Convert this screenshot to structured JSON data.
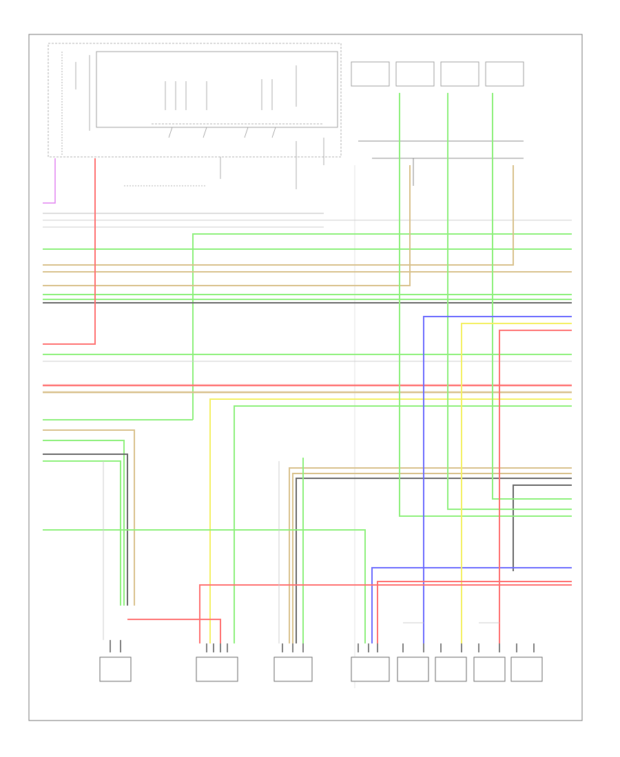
{
  "diagram": {
    "footer_code": "",
    "colors": {
      "lt_green": "#8cf07a",
      "tan": "#d8c08a",
      "red": "#ff7070",
      "blue": "#6a6aff",
      "yellow": "#f4f060",
      "black": "#555555",
      "gray": "#bbbbbb",
      "violet": "#e080f0"
    },
    "bottom_modules": [
      {
        "id": "m1",
        "label": ""
      },
      {
        "id": "m2",
        "label": ""
      },
      {
        "id": "m3",
        "label": ""
      },
      {
        "id": "m4",
        "label": ""
      },
      {
        "id": "m5",
        "label": ""
      },
      {
        "id": "m6",
        "label": ""
      },
      {
        "id": "m7",
        "label": ""
      },
      {
        "id": "m8",
        "label": ""
      }
    ],
    "top_connectors": [
      {
        "id": "c1"
      },
      {
        "id": "c2"
      },
      {
        "id": "c3"
      },
      {
        "id": "c4"
      }
    ]
  }
}
